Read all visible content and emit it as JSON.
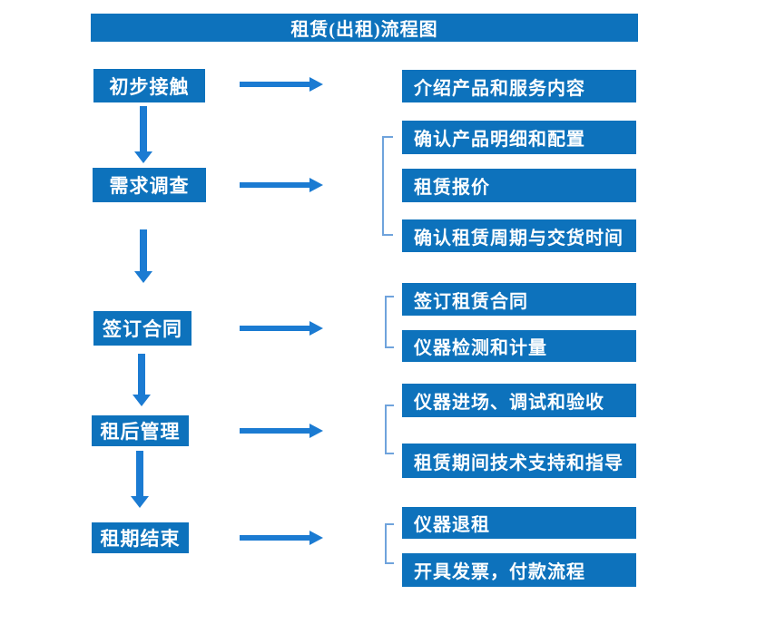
{
  "title": {
    "text": "租赁(出租)流程图"
  },
  "colors": {
    "box_blue": "#0D72BC",
    "arrow_blue": "#1B7BD2",
    "bracket_blue": "#6FA3DC",
    "text_white": "#FFFFFF"
  },
  "steps": [
    {
      "label": "初步接触"
    },
    {
      "label": "需求调查"
    },
    {
      "label": "签订合同"
    },
    {
      "label": "租后管理"
    },
    {
      "label": "租期结束"
    }
  ],
  "details": [
    {
      "label": "介绍产品和服务内容"
    },
    {
      "label": "确认产品明细和配置"
    },
    {
      "label": "租赁报价"
    },
    {
      "label": "确认租赁周期与交货时间"
    },
    {
      "label": "签订租赁合同"
    },
    {
      "label": "仪器检测和计量"
    },
    {
      "label": "仪器进场、调试和验收"
    },
    {
      "label": "租赁期间技术支持和指导"
    },
    {
      "label": "仪器退租"
    },
    {
      "label": "开具发票，付款流程"
    }
  ]
}
